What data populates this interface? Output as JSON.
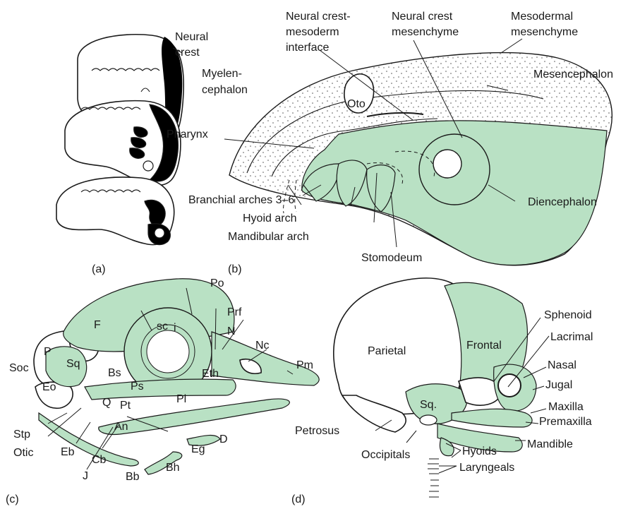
{
  "colors": {
    "neural_crest_green": "#b9e1c4",
    "outline": "#1a1a1a",
    "background": "#ffffff"
  },
  "panels": {
    "a": {
      "letter": "(a)",
      "labels": {
        "neural_crest": [
          "Neural",
          "crest"
        ]
      }
    },
    "b": {
      "letter": "(b)",
      "labels": {
        "nc_interface": [
          "Neural crest-",
          "mesoderm",
          "interface"
        ],
        "nc_mesenchyme": [
          "Neural crest",
          "mesenchyme"
        ],
        "mesodermal": [
          "Mesodermal",
          "mesenchyme"
        ],
        "myelencephalon": [
          "Myelen-",
          "cephalon"
        ],
        "mesencephalon": "Mesencephalon",
        "oto": "Oto",
        "pharynx": "Pharynx",
        "branchial": "Branchial arches 3–6",
        "hyoid_arch": "Hyoid arch",
        "mandibular_arch": "Mandibular arch",
        "stomodeum": "Stomodeum",
        "diencephalon": "Diencephalon"
      }
    },
    "c": {
      "letter": "(c)",
      "labels": {
        "po": "Po",
        "prf": "Prf",
        "n": "N",
        "nc": "Nc",
        "pm": "Pm",
        "f": "F",
        "sc": "sc",
        "i": "i",
        "p": "P",
        "soc": "Soc",
        "sq": "Sq",
        "bs": "Bs",
        "ps": "Ps",
        "eth": "Eth",
        "eo": "Eo",
        "q": "Q",
        "pt": "Pt",
        "pl": "Pl",
        "an": "An",
        "d": "D",
        "stp": "Stp",
        "otic": "Otic",
        "eb": "Eb",
        "eg": "Eg",
        "cb": "Cb",
        "bh": "Bh",
        "j": "J",
        "bb": "Bb"
      }
    },
    "d": {
      "letter": "(d)",
      "labels": {
        "parietal": "Parietal",
        "frontal": "Frontal",
        "sphenoid": "Sphenoid",
        "lacrimal": "Lacrimal",
        "nasal": "Nasal",
        "jugal": "Jugal",
        "sq": "Sq.",
        "maxilla": "Maxilla",
        "premaxilla": "Premaxilla",
        "petrosus": "Petrosus",
        "mandible": "Mandible",
        "hyoids": "Hyoids",
        "occipitals": "Occipitals",
        "laryngeals": "Laryngeals"
      }
    }
  }
}
